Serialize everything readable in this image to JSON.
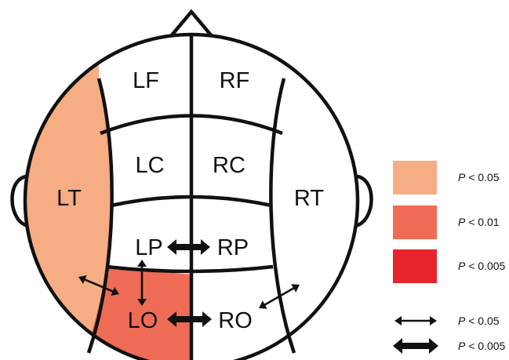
{
  "regions": [
    {
      "id": "LF",
      "label": "LF",
      "significance": "none"
    },
    {
      "id": "RF",
      "label": "RF",
      "significance": "none"
    },
    {
      "id": "LC",
      "label": "LC",
      "significance": "none"
    },
    {
      "id": "RC",
      "label": "RC",
      "significance": "none"
    },
    {
      "id": "LT",
      "label": "LT",
      "significance": "p<0.05"
    },
    {
      "id": "RT",
      "label": "RT",
      "significance": "none"
    },
    {
      "id": "LP",
      "label": "LP",
      "significance": "none"
    },
    {
      "id": "RP",
      "label": "RP",
      "significance": "none"
    },
    {
      "id": "LO",
      "label": "LO",
      "significance": "p<0.01"
    },
    {
      "id": "RO",
      "label": "RO",
      "significance": "none"
    }
  ],
  "connections": [
    {
      "from": "LP",
      "to": "RP",
      "significance": "p<0.005"
    },
    {
      "from": "LO",
      "to": "RO",
      "significance": "p<0.005"
    },
    {
      "from": "LP",
      "to": "LO",
      "significance": "p<0.05"
    },
    {
      "from": "LT",
      "to": "LO",
      "significance": "p<0.05"
    },
    {
      "from": "RO",
      "to": "RT",
      "significance": "p<0.05"
    }
  ],
  "colors": {
    "p<0.05": "#f6ad84",
    "p<0.01": "#ee6c55",
    "p<0.005": "#e5252b",
    "none": "#ffffff",
    "stroke": "#111111"
  },
  "legend": {
    "fills": [
      {
        "key": "p<0.05",
        "p": "P",
        "rest": " < 0.05"
      },
      {
        "key": "p<0.01",
        "p": "P",
        "rest": " < 0.01"
      },
      {
        "key": "p<0.005",
        "p": "P",
        "rest": " < 0.005"
      }
    ],
    "arrows": [
      {
        "key": "p<0.05",
        "p": "P",
        "rest": " < 0.05"
      },
      {
        "key": "p<0.005",
        "p": "P",
        "rest": " < 0.005"
      }
    ]
  }
}
